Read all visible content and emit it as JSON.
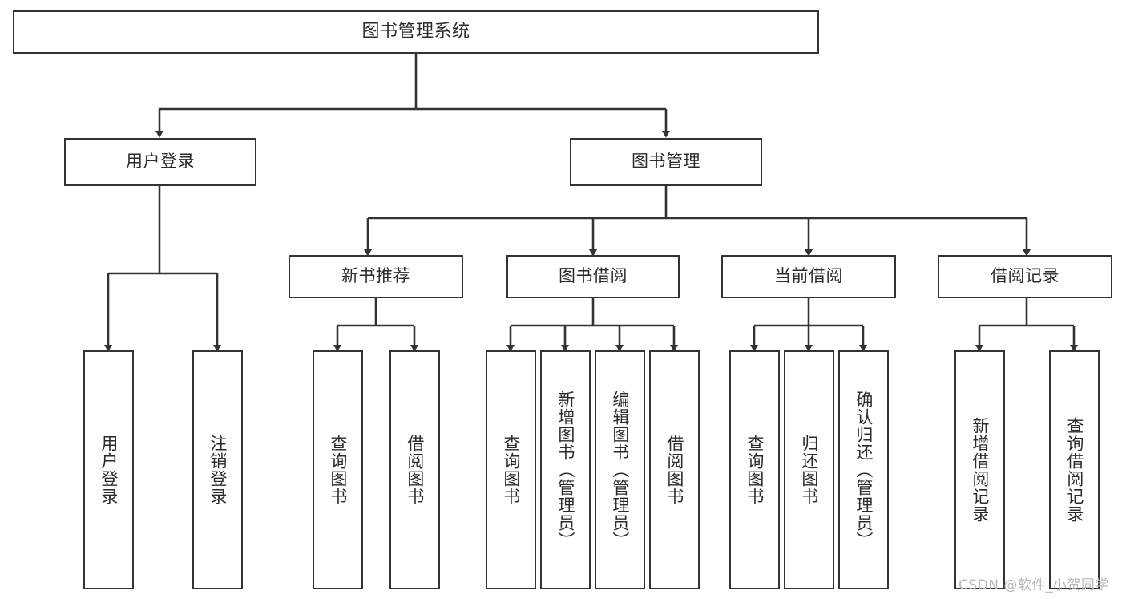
{
  "diagram": {
    "type": "hierarchy-tree",
    "title": "图书管理系统",
    "root": {
      "label": "图书管理系统"
    },
    "level1": [
      {
        "label": "用户登录"
      },
      {
        "label": "图书管理"
      }
    ],
    "level2": [
      {
        "label": "新书推荐"
      },
      {
        "label": "图书借阅"
      },
      {
        "label": "当前借阅"
      },
      {
        "label": "借阅记录"
      }
    ],
    "leaves": {
      "user_login": [
        {
          "label": "用户登录"
        },
        {
          "label": "注销登录"
        }
      ],
      "new_book_recommend": [
        {
          "label": "查询图书"
        },
        {
          "label": "借阅图书"
        }
      ],
      "book_borrow": [
        {
          "label": "查询图书"
        },
        {
          "label": "新增图书（管理员）"
        },
        {
          "label": "编辑图书（管理员）"
        },
        {
          "label": "借阅图书"
        }
      ],
      "current_borrow": [
        {
          "label": "查询图书"
        },
        {
          "label": "归还图书"
        },
        {
          "label": "确认归还（管理员）"
        }
      ],
      "borrow_record": [
        {
          "label": "新增借阅记录"
        },
        {
          "label": "查询借阅记录"
        }
      ]
    }
  },
  "watermark": {
    "text": "CSDN @软件_小贺同学"
  },
  "colors": {
    "stroke": "#333333",
    "text": "#2b2b2b",
    "background": "#ffffff",
    "watermark": "#b9b9b9"
  }
}
